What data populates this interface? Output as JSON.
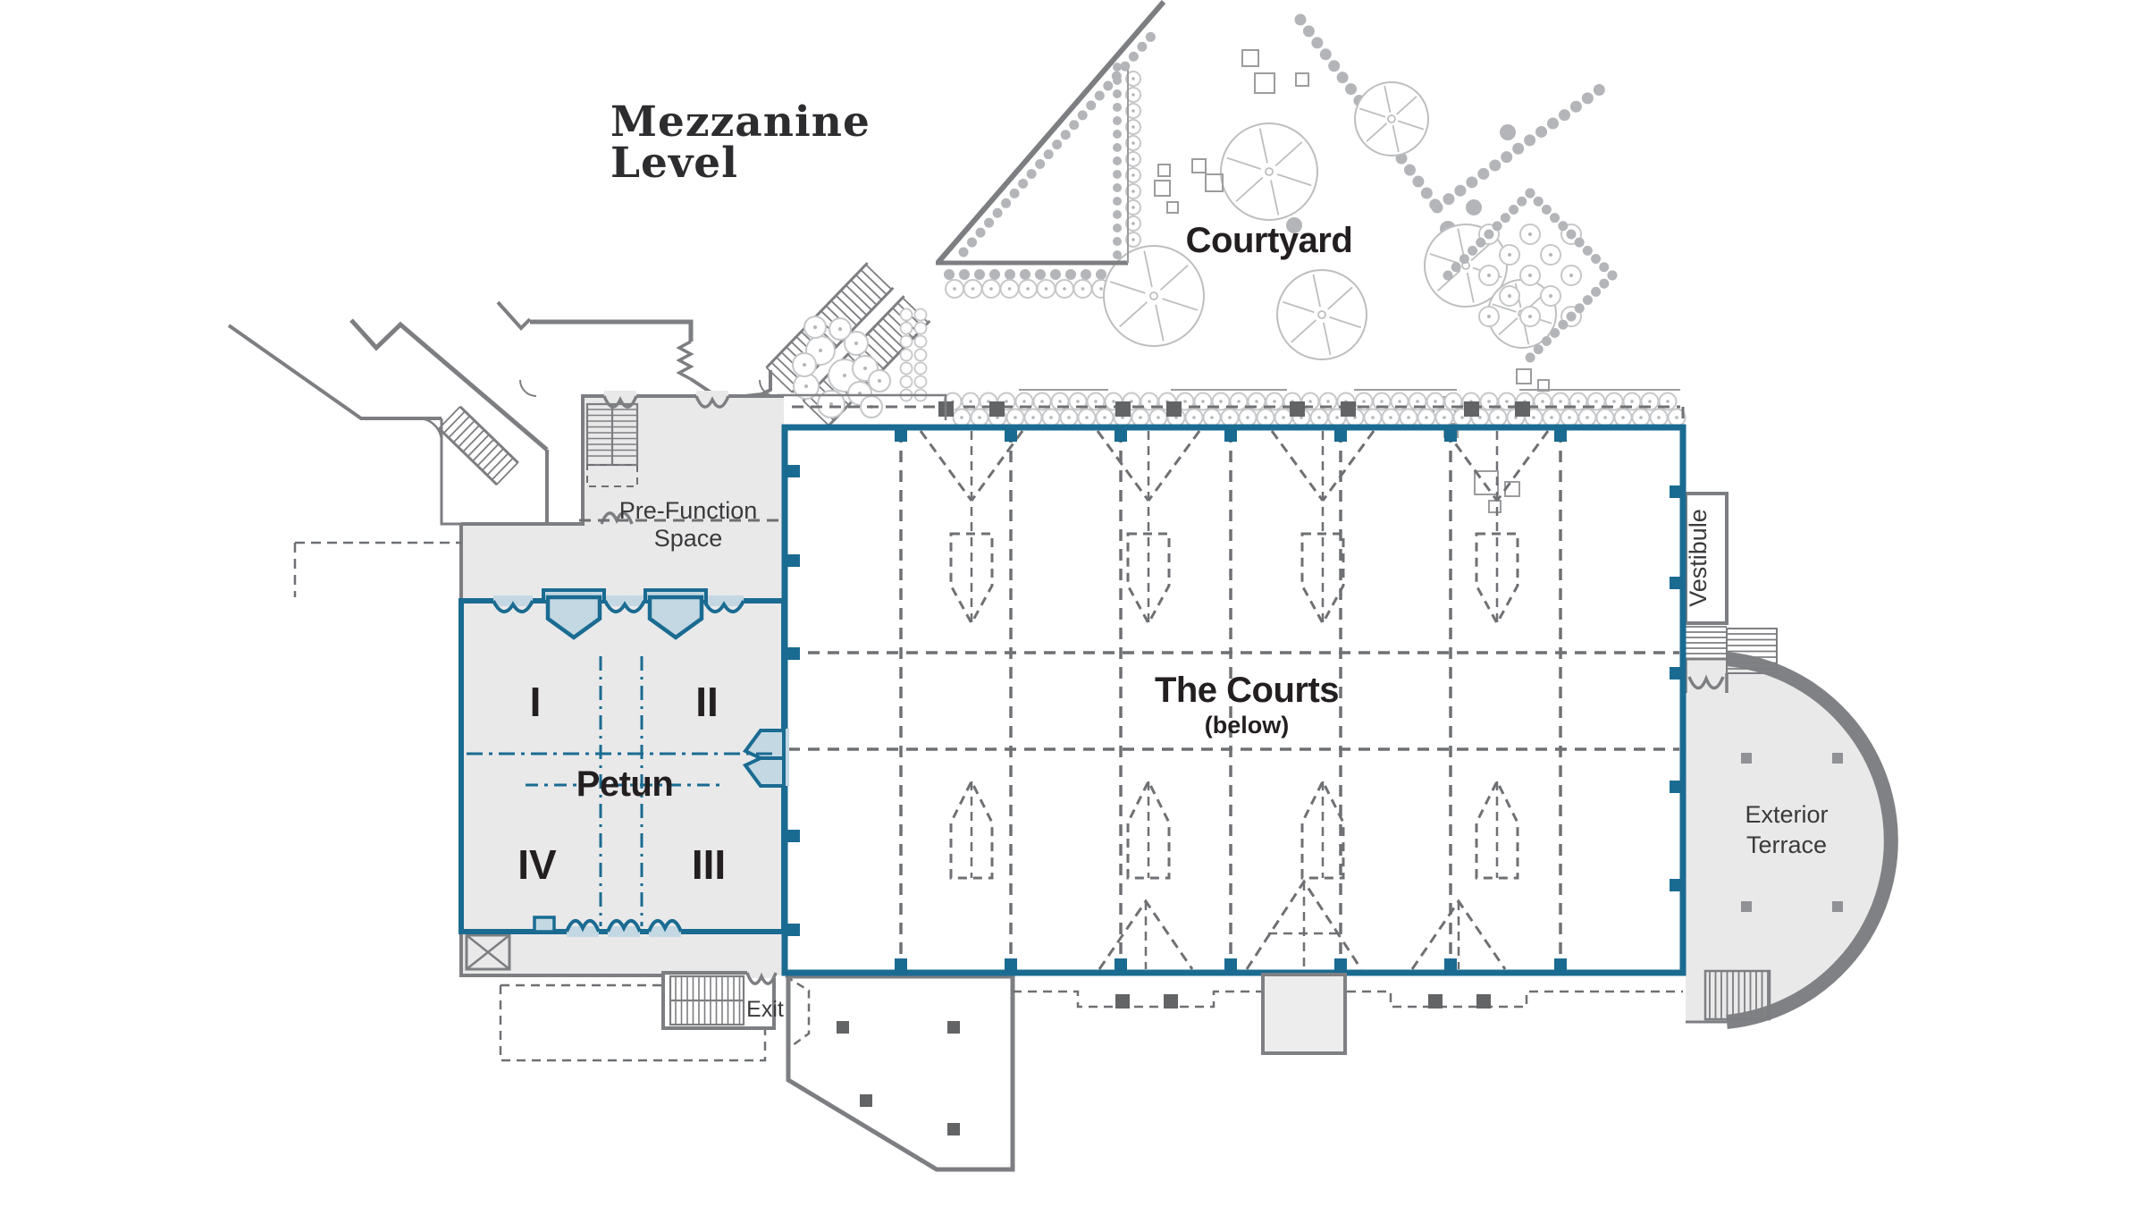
{
  "title": {
    "line1": "Mezzanine",
    "line2": "Level"
  },
  "areas": {
    "courtyard": "Courtyard",
    "pre_function": {
      "line1": "Pre-Function",
      "line2": "Space"
    },
    "petun": {
      "name": "Petun",
      "room_1": "I",
      "room_2": "II",
      "room_3": "III",
      "room_4": "IV"
    },
    "courts": {
      "name": "The Courts",
      "note": "(below)"
    },
    "vestibule": "Vestibule",
    "exterior_terrace": {
      "line1": "Exterior",
      "line2": "Terrace"
    },
    "exit": "Exit"
  },
  "colors": {
    "highlight_fill": "#c4d8e3",
    "highlight_border": "#1a6b91",
    "floor_fill": "#e9e9ea",
    "wall": "#7d7e81",
    "dashed": "#6f7073",
    "landscape": "#b4b5b8",
    "landscape_outline": "#c6c7c9",
    "column_square": "#636466",
    "text_dark": "#231f20",
    "text_gray": "#3a3a3c",
    "background": "#ffffff"
  }
}
